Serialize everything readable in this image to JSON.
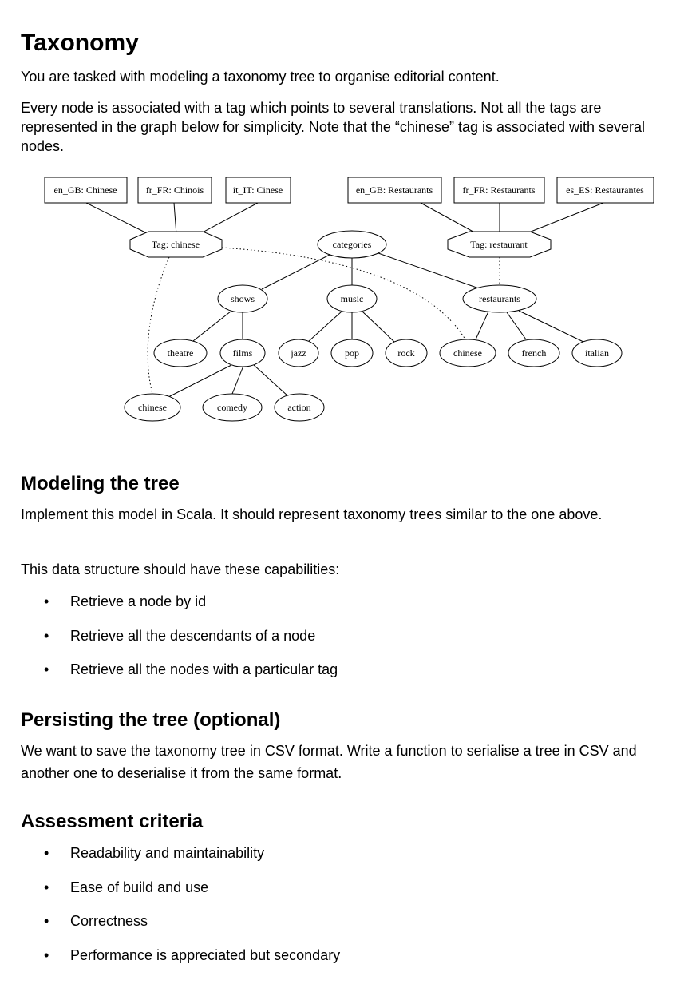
{
  "sections": {
    "taxonomy": {
      "title": "Taxonomy",
      "p1": "You are tasked with modeling a taxonomy tree to organise editorial content.",
      "p2": "Every node is associated with a tag which points to several translations. Not all the tags are represented in the graph below for simplicity. Note that the “chinese” tag is associated with several nodes."
    },
    "modeling": {
      "title": "Modeling the tree",
      "p1": "Implement this model in Scala. It should represent taxonomy trees similar to the one above.",
      "p2": "This data structure should have these capabilities:",
      "items": [
        "Retrieve a node by id",
        "Retrieve all the descendants of a node",
        "Retrieve all the nodes with a particular tag"
      ]
    },
    "persisting": {
      "title": "Persisting the tree (optional)",
      "p1": "We want to save the taxonomy tree in CSV format. Write a function to serialise a tree in CSV and another one to deserialise it from the same format."
    },
    "assessment": {
      "title": "Assessment criteria",
      "items": [
        "Readability and maintainability",
        "Ease of build and use",
        "Correctness",
        "Performance is appreciated but secondary"
      ]
    }
  },
  "bullet_glyph": "•",
  "diagram": {
    "translations": [
      "en_GB: Chinese",
      "fr_FR: Chinois",
      "it_IT: Cinese",
      "en_GB: Restaurants",
      "fr_FR: Restaurants",
      "es_ES: Restaurantes"
    ],
    "tags": [
      "Tag: chinese",
      "Tag: restaurant"
    ],
    "nodes": {
      "categories": "categories",
      "shows": "shows",
      "music": "music",
      "restaurants": "restaurants",
      "theatre": "theatre",
      "films": "films",
      "jazz": "jazz",
      "pop": "pop",
      "rock": "rock",
      "chinese_restaurant": "chinese",
      "french": "french",
      "italian": "italian",
      "chinese_film": "chinese",
      "comedy": "comedy",
      "action": "action"
    }
  }
}
